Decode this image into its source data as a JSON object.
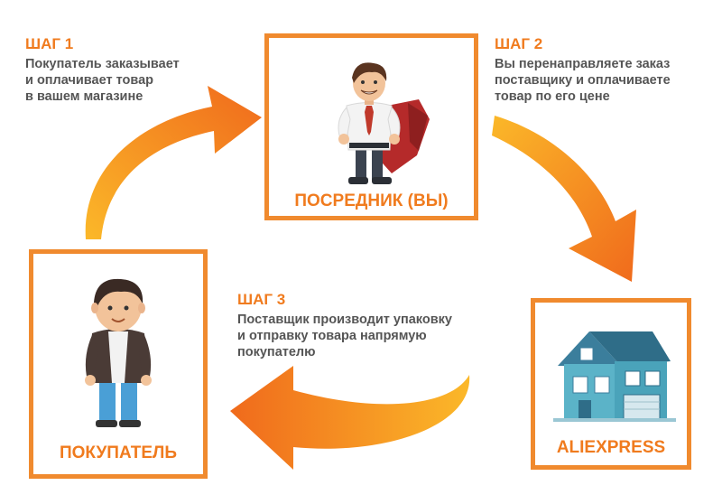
{
  "colors": {
    "accent": "#f07b1e",
    "border": "#f08a2e",
    "arrow_start": "#fbb829",
    "arrow_end": "#f06a1c",
    "text": "#555555"
  },
  "boxes": {
    "intermediary": {
      "label": "ПОСРЕДНИК (ВЫ)",
      "icon": "businessman-hero-icon"
    },
    "buyer": {
      "label": "ПОКУПАТЕЛЬ",
      "icon": "boy-character-icon"
    },
    "supplier": {
      "label": "ALIEXPRESS",
      "icon": "house-icon"
    }
  },
  "steps": [
    {
      "title": "ШАГ 1",
      "lines": [
        "Покупатель заказывает",
        "и оплачивает товар",
        "в вашем магазине"
      ]
    },
    {
      "title": "ШАГ 2",
      "lines": [
        "Вы перенаправляете заказ",
        "поставщику и оплачиваете",
        "товар по его цене"
      ]
    },
    {
      "title": "ШАГ 3",
      "lines": [
        "Поставщик производит упаковку",
        "и отправку товара напрямую",
        "покупателю"
      ]
    }
  ]
}
